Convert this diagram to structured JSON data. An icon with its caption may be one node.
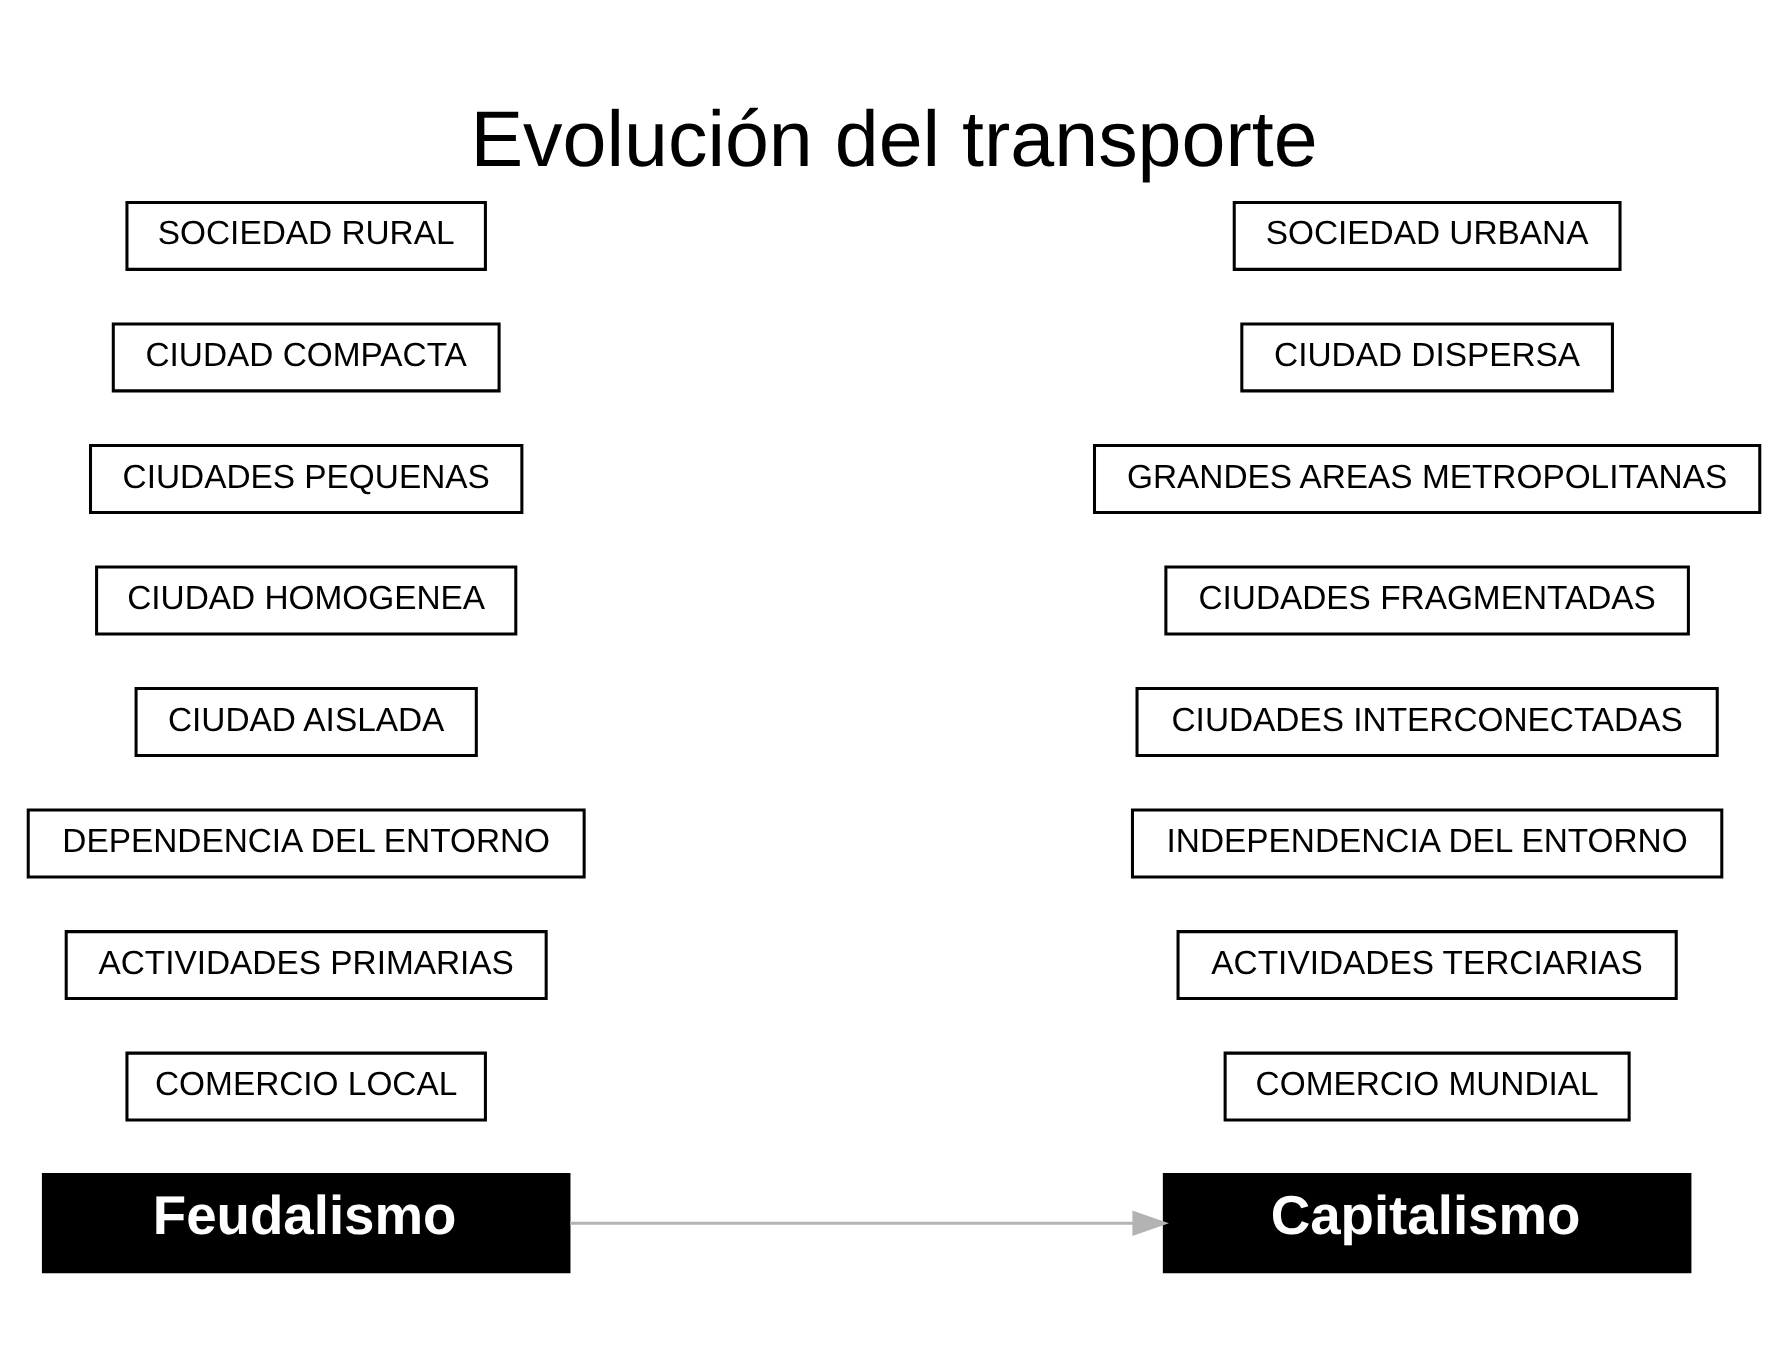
{
  "diagram": {
    "title": "Evolución del transporte",
    "nodes": [
      {
        "text": [
          "SOCIEDAD RURAL"
        ]
      },
      {
        "text": [
          "SOCIEDAD URBANA"
        ]
      },
      {
        "text": [
          "CIUDAD COMPACTA"
        ]
      },
      {
        "text": [
          "CIUDAD DISPERSA"
        ]
      },
      {
        "text": [
          "CIUDADES PEQUENAS"
        ]
      },
      {
        "text": [
          "GRANDES AREAS METROPOLITANAS"
        ]
      },
      {
        "text": [
          "CIUDAD HOMOGENEA"
        ]
      },
      {
        "text": [
          "CIUDADES FRAGMENTADAS"
        ]
      },
      {
        "text": [
          "CIUDAD AISLADA"
        ]
      },
      {
        "text": [
          "CIUDADES INTERCONECTADAS"
        ]
      },
      {
        "text": [
          "DEPENDENCIA DEL ENTORNO"
        ]
      },
      {
        "text": [
          "INDEPENDENCIA DEL ENTORNO"
        ]
      },
      {
        "text": [
          "ACTIVIDADES PRIMARIAS"
        ]
      },
      {
        "text": [
          "ACTIVIDADES TERCIARIAS"
        ]
      },
      {
        "text": [
          "COMERCIO LOCAL"
        ]
      },
      {
        "text": [
          "COMERCIO MUNDIAL"
        ]
      },
      {
        "text": [
          "Feudalismo"
        ]
      },
      {
        "text": [
          "Capitalismo"
        ]
      }
    ],
    "edges": [
      {
        "from": 16,
        "to": 17,
        "arrow": "to",
        "color": "#b3b3b3"
      }
    ]
  }
}
